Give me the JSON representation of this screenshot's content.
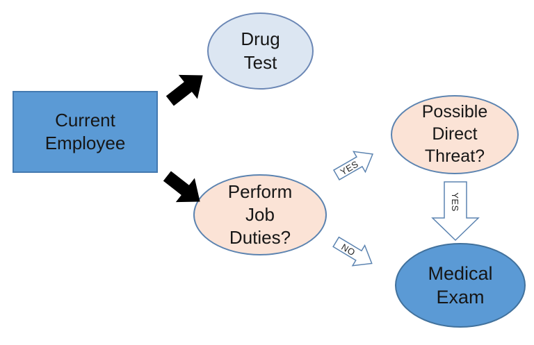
{
  "diagram": {
    "type": "flowchart",
    "colors": {
      "blue_fill": "#5b9ad5",
      "blue_border": "#41719c",
      "light_blue_fill": "#dce6f2",
      "peach_fill": "#fbe3d6",
      "ellipse_border": "#5b83b0",
      "black_arrow_fill": "#000000",
      "white_arrow_fill": "#ffffff",
      "text_color": "#161616"
    },
    "nodes": [
      {
        "id": "current-employee",
        "shape": "rectangle",
        "fill_color": "#5b9ad5",
        "label": "Current Employee",
        "lines": [
          "Current",
          "Employee"
        ]
      },
      {
        "id": "drug-test",
        "shape": "ellipse",
        "fill_color": "#dce6f2",
        "label": "Drug Test",
        "lines": [
          "Drug",
          "Test"
        ]
      },
      {
        "id": "perform-job-duties",
        "shape": "ellipse",
        "fill_color": "#fbe3d6",
        "label": "Perform Job Duties?",
        "lines": [
          "Perform",
          "Job",
          "Duties?"
        ]
      },
      {
        "id": "possible-direct-threat",
        "shape": "ellipse",
        "fill_color": "#fbe3d6",
        "label": "Possible Direct Threat?",
        "lines": [
          "Possible",
          "Direct",
          "Threat?"
        ]
      },
      {
        "id": "medical-exam",
        "shape": "ellipse",
        "fill_color": "#5b9ad5",
        "label": "Medical Exam",
        "lines": [
          "Medical",
          "Exam"
        ]
      }
    ],
    "connectors": [
      {
        "id": "employee-to-drug-test",
        "style": "solid-black-block-arrow",
        "from": "current-employee",
        "to": "drug-test",
        "direction": "up-right",
        "label": ""
      },
      {
        "id": "employee-to-perform-duties",
        "style": "solid-black-block-arrow",
        "from": "current-employee",
        "to": "perform-job-duties",
        "direction": "down-right",
        "label": ""
      },
      {
        "id": "duties-to-threat",
        "style": "outlined-block-arrow",
        "from": "perform-job-duties",
        "to": "possible-direct-threat",
        "direction": "up-right",
        "label": "YES"
      },
      {
        "id": "duties-to-exam",
        "style": "outlined-block-arrow",
        "from": "perform-job-duties",
        "to": "medical-exam",
        "direction": "down-right",
        "label": "NO"
      },
      {
        "id": "threat-to-exam",
        "style": "outlined-block-arrow",
        "from": "possible-direct-threat",
        "to": "medical-exam",
        "direction": "down",
        "label": "YES"
      }
    ]
  }
}
